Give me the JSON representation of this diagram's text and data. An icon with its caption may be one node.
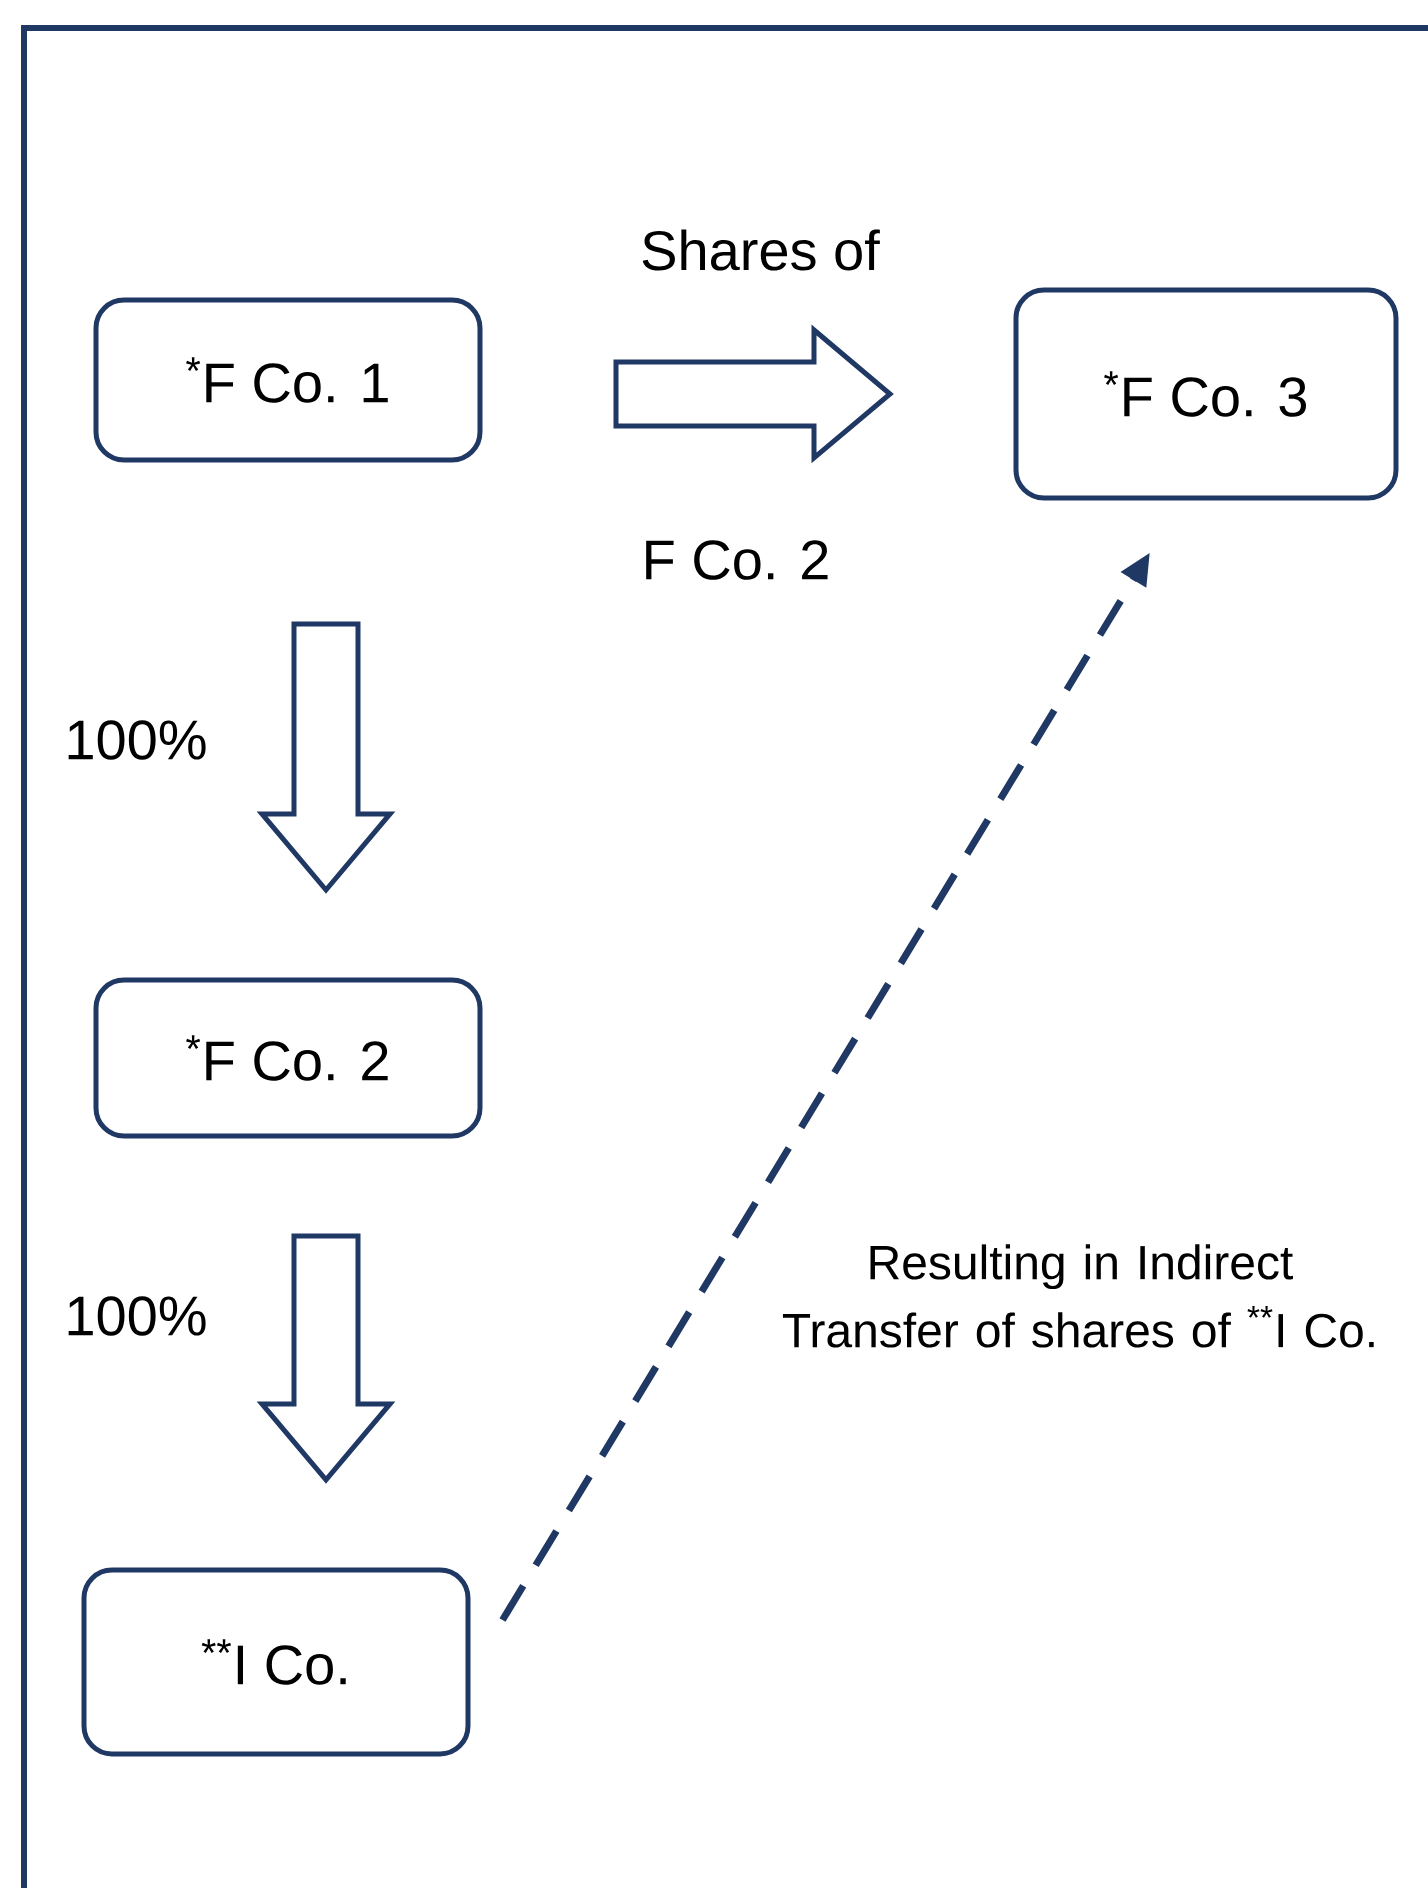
{
  "diagram": {
    "nodes": [
      {
        "text": [
          "$^{*}$F Co. 1"
        ]
      },
      {
        "text": [
          "$^{*}$F Co. 3"
        ]
      },
      {
        "text": [
          "$^{*}$F Co. 2"
        ]
      },
      {
        "text": [
          "$^{**}$I Co."
        ]
      }
    ],
    "edges": [
      {
        "from": 0,
        "to": 1,
        "arrow": "to"
      },
      {
        "from": 0,
        "to": 2,
        "arrow": "to",
        "label": "100%"
      },
      {
        "from": 2,
        "to": 3,
        "arrow": "to",
        "label": "100%"
      },
      {
        "from": 3,
        "to": 1,
        "arrow": "to",
        "style": "dashed",
        "color": "#1f3864",
        "label": "Resulting in Indirect Transfer of shares of $^{**}$I Co."
      }
    ],
    "labels": [
      "Shares of",
      "F Co. 2"
    ]
  }
}
